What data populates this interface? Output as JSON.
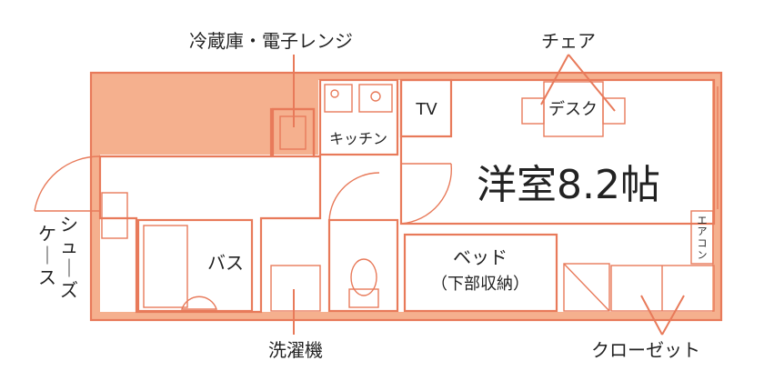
{
  "colors": {
    "wall": "#e87a5a",
    "fill": "#f5b08e",
    "text": "#222222",
    "background": "#ffffff"
  },
  "labels": {
    "fridge_microwave": "冷蔵庫・電子レンジ",
    "chair": "チェア",
    "desk": "デスク",
    "tv": "TV",
    "kitchen": "キッチン",
    "room": "洋室8.2帖",
    "air_conditioner": [
      "エ",
      "ア",
      "コ",
      "ン"
    ],
    "shoe_case_col1": [
      "シ",
      "ュ",
      "｜",
      "ズ"
    ],
    "shoe_case_col2": [
      "ケ",
      "｜",
      "ス"
    ],
    "bath": "バス",
    "bed": "ベッド",
    "bed_note": "（下部収納）",
    "washing_machine": "洗濯機",
    "closet": "クローゼット"
  }
}
